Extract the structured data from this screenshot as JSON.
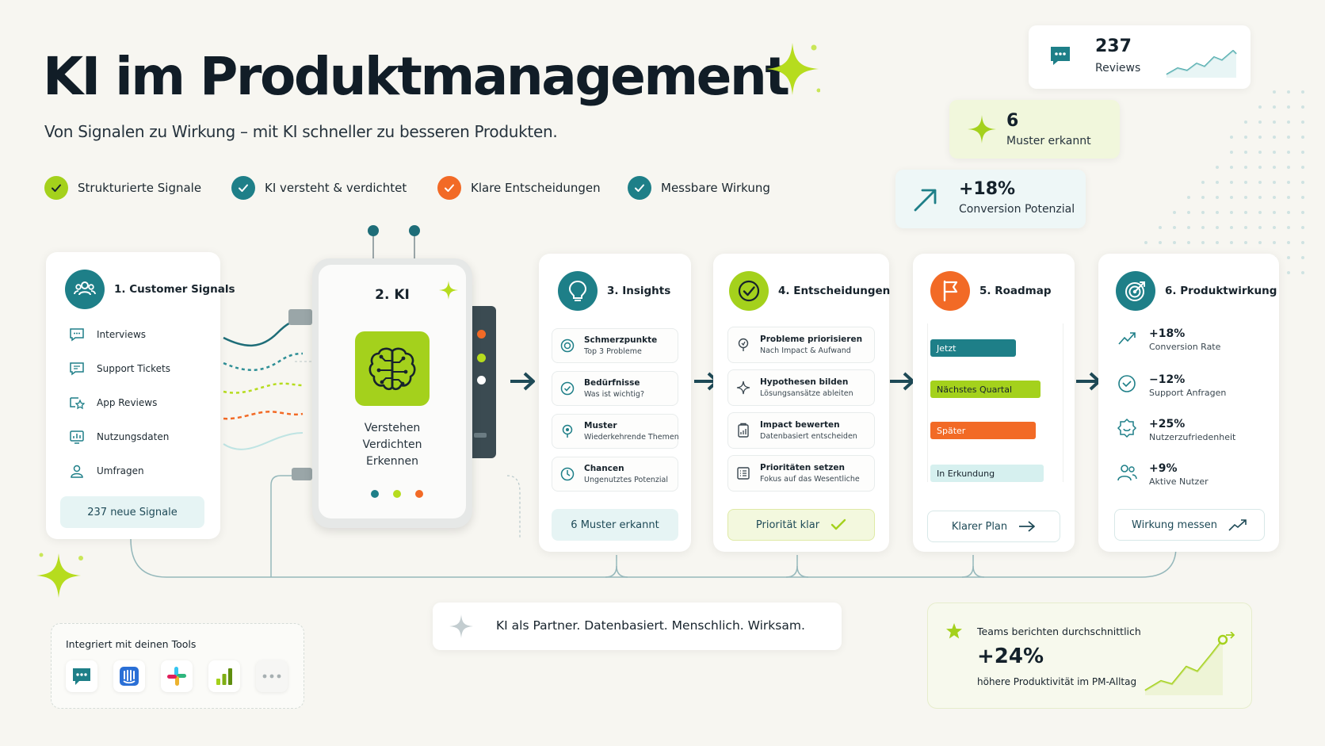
{
  "header": {
    "title": "KI im Produktmanagement",
    "subtitle": "Von Signalen zu Wirkung – mit KI schneller zu besseren Produkten."
  },
  "checks": [
    {
      "label": "Strukturierte Signale",
      "color": "#a4d11c"
    },
    {
      "label": "KI versteht & verdichtet",
      "color": "#1e7f88"
    },
    {
      "label": "Klare Entscheidungen",
      "color": "#f26a26"
    },
    {
      "label": "Messbare Wirkung",
      "color": "#1e7f88"
    }
  ],
  "kpis": {
    "reviews": {
      "value": "237",
      "label": "Reviews"
    },
    "patterns": {
      "value": "6",
      "label": "Muster erkannt"
    },
    "conversion": {
      "value": "+18%",
      "label": "Conversion Potenzial"
    }
  },
  "signals": {
    "title": "1. Customer Signals",
    "items": [
      {
        "label": "Interviews",
        "icon": "chat-icon"
      },
      {
        "label": "Support Tickets",
        "icon": "ticket-icon"
      },
      {
        "label": "App Reviews",
        "icon": "review-icon"
      },
      {
        "label": "Nutzungsdaten",
        "icon": "data-icon"
      },
      {
        "label": "Umfragen",
        "icon": "survey-icon"
      }
    ],
    "footer": "237 neue Signale"
  },
  "ki": {
    "title": "2. KI",
    "lines": [
      "Verstehen",
      "Verdichten",
      "Erkennen"
    ]
  },
  "insights": {
    "title": "3. Insights",
    "items": [
      {
        "title": "Schmerzpunkte",
        "sub": "Top 3 Probleme"
      },
      {
        "title": "Bedürfnisse",
        "sub": "Was ist wichtig?"
      },
      {
        "title": "Muster",
        "sub": "Wiederkehrende Themen"
      },
      {
        "title": "Chancen",
        "sub": "Ungenutztes Potenzial"
      }
    ],
    "footer": "6 Muster erkannt"
  },
  "decisions": {
    "title": "4. Entscheidungen",
    "items": [
      {
        "title": "Probleme priorisieren",
        "sub": "Nach Impact & Aufwand"
      },
      {
        "title": "Hypothesen bilden",
        "sub": "Lösungsansätze ableiten"
      },
      {
        "title": "Impact bewerten",
        "sub": "Datenbasiert entscheiden"
      },
      {
        "title": "Prioritäten setzen",
        "sub": "Fokus auf das Wesentliche"
      }
    ],
    "footer": "Priorität klar"
  },
  "roadmap": {
    "title": "5. Roadmap",
    "bars": [
      {
        "label": "Jetzt",
        "color": "#1e7f88",
        "text_color": "#ffffff",
        "share": 0.66
      },
      {
        "label": "Nächstes Quartal",
        "color": "#a4d11c",
        "text_color": "#17232c",
        "share": 0.85
      },
      {
        "label": "Später",
        "color": "#f26a26",
        "text_color": "#ffffff",
        "share": 0.81
      },
      {
        "label": "In Erkundung",
        "color": "#d6f0ef",
        "text_color": "#17232c",
        "share": 0.87
      }
    ],
    "footer": "Klarer Plan"
  },
  "effects": {
    "title": "6. Produktwirkung",
    "items": [
      {
        "value": "+18%",
        "label": "Conversion Rate"
      },
      {
        "value": "−12%",
        "label": "Support Anfragen"
      },
      {
        "value": "+25%",
        "label": "Nutzerzufriedenheit"
      },
      {
        "value": "+9%",
        "label": "Aktive Nutzer"
      }
    ],
    "footer": "Wirkung messen"
  },
  "tools": {
    "title": "Integriert mit deinen Tools",
    "items": [
      "chat-tool-icon",
      "intercom-icon",
      "slack-icon",
      "analytics-icon",
      "more-icon"
    ]
  },
  "tagline": "KI als Partner. Datenbasiert. Menschlich. Wirksam.",
  "stat": {
    "intro": "Teams berichten durchschnittlich",
    "value": "+24%",
    "label": "höhere Produktivität im PM-Alltag"
  },
  "colors": {
    "teal": "#1e7f88",
    "lime": "#a4d11c",
    "orange": "#f26a26",
    "navy": "#17232c"
  }
}
